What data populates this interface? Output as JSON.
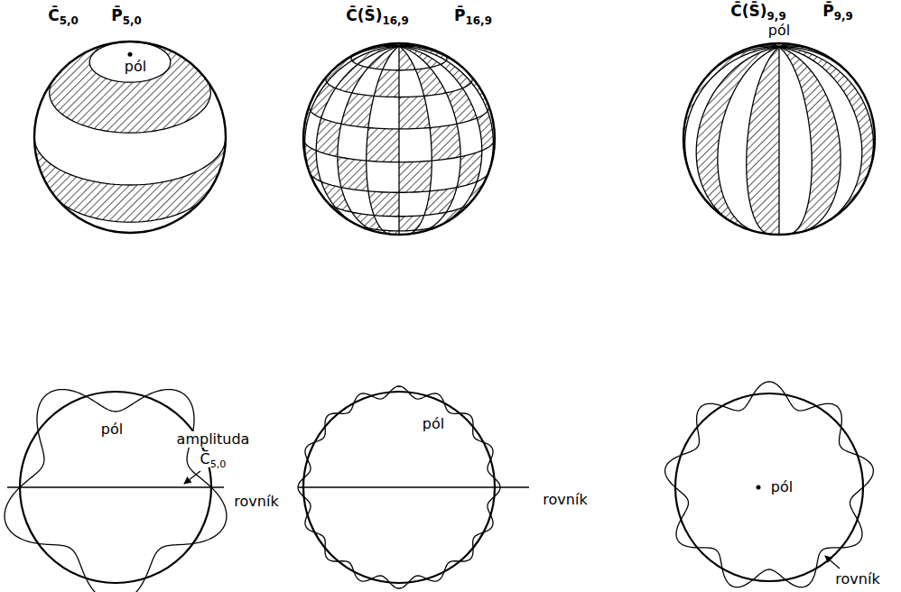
{
  "diagram": {
    "labels": [
      "C̄5,0",
      "P̄5,0",
      "C̄(S̄)16,9",
      "P̄16,9",
      "C̄(S̄)9,9",
      "P̄9,9",
      "pól",
      "pól",
      "pól",
      "amplituda",
      "C̄5,0",
      "rovník",
      "pól",
      "rovník",
      "pól",
      "rovník"
    ]
  }
}
